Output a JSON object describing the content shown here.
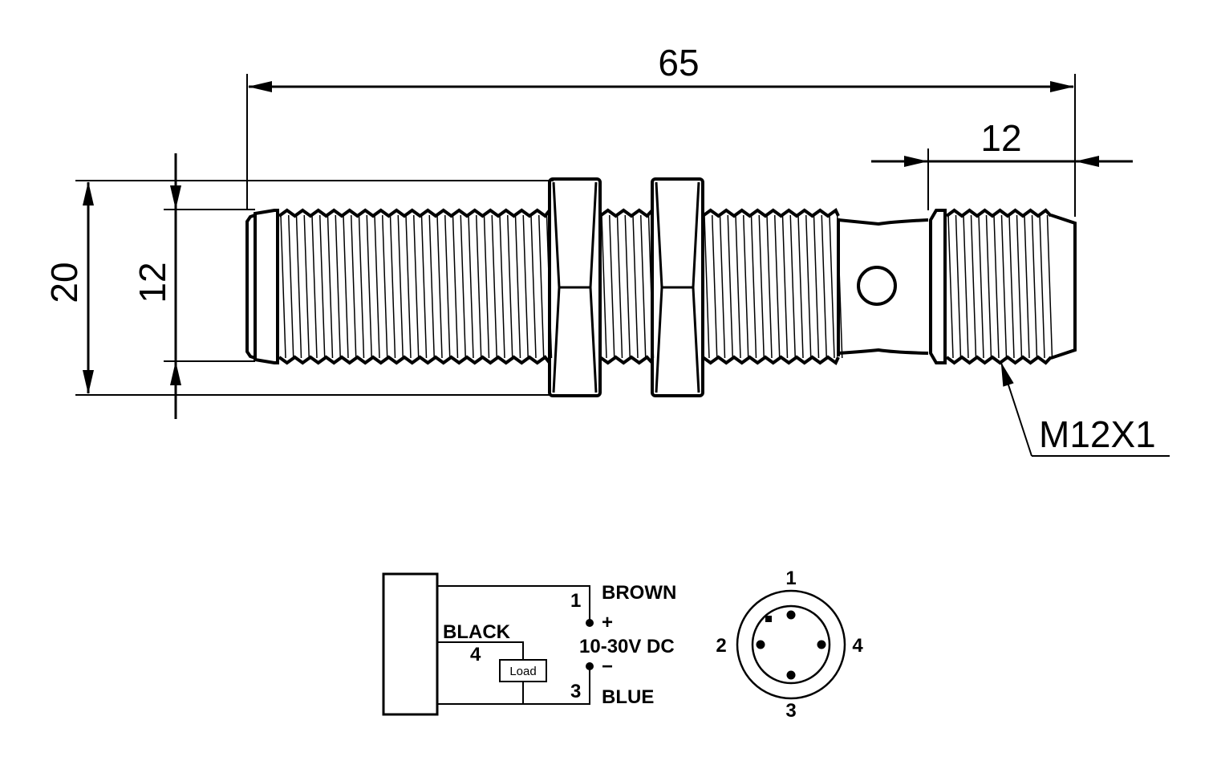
{
  "dimensions": {
    "overall_length": "65",
    "thread_end_length": "12",
    "nut_height": "20",
    "body_diameter": "12",
    "thread_callout": "M12X1"
  },
  "wiring": {
    "wire_brown": {
      "pin": "1",
      "color_label": "BROWN",
      "polarity": "+"
    },
    "wire_black": {
      "pin": "4",
      "color_label": "BLACK"
    },
    "wire_blue": {
      "pin": "3",
      "color_label": "BLUE",
      "polarity": "−"
    },
    "supply": "10-30V DC",
    "load_label": "Load"
  },
  "connector": {
    "pin_labels": [
      "1",
      "2",
      "3",
      "4"
    ]
  }
}
